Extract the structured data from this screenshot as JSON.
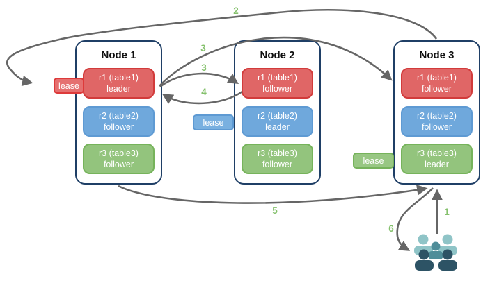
{
  "nodes": [
    {
      "title": "Node 1",
      "replicas": [
        {
          "name": "r1 (table1)",
          "role": "leader",
          "color": "#e06666"
        },
        {
          "name": "r2 (table2)",
          "role": "follower",
          "color": "#6fa8dc"
        },
        {
          "name": "r3 (table3)",
          "role": "follower",
          "color": "#93c47d"
        }
      ]
    },
    {
      "title": "Node 2",
      "replicas": [
        {
          "name": "r1 (table1)",
          "role": "follower",
          "color": "#e06666"
        },
        {
          "name": "r2 (table2)",
          "role": "leader",
          "color": "#6fa8dc"
        },
        {
          "name": "r3 (table3)",
          "role": "follower",
          "color": "#93c47d"
        }
      ]
    },
    {
      "title": "Node 3",
      "replicas": [
        {
          "name": "r1 (table1)",
          "role": "follower",
          "color": "#e06666"
        },
        {
          "name": "r2 (table2)",
          "role": "follower",
          "color": "#6fa8dc"
        },
        {
          "name": "r3 (table3)",
          "role": "leader",
          "color": "#93c47d"
        }
      ]
    }
  ],
  "leases": [
    {
      "label": "lease",
      "color": "#e06666"
    },
    {
      "label": "lease",
      "color": "#6fa8dc"
    },
    {
      "label": "lease",
      "color": "#93c47d"
    }
  ],
  "step_labels": [
    {
      "text": "2"
    },
    {
      "text": "3"
    },
    {
      "text": "3"
    },
    {
      "text": "4"
    },
    {
      "text": "5"
    },
    {
      "text": "1"
    },
    {
      "text": "6"
    }
  ],
  "icons": {
    "users_group": "users-group-icon"
  },
  "palette": {
    "red_fill": "#e06666",
    "red_border": "#d23b3b",
    "blue_fill": "#6fa8dc",
    "blue_border": "#5e9ad3",
    "green_fill": "#93c47d",
    "green_border": "#76b35b",
    "node_border": "#1f3f66",
    "arrow": "#666666",
    "step_number": "#85c16d",
    "users_light": "#8fc4c7",
    "users_mid": "#4f8d99",
    "users_dark": "#2d5365"
  }
}
